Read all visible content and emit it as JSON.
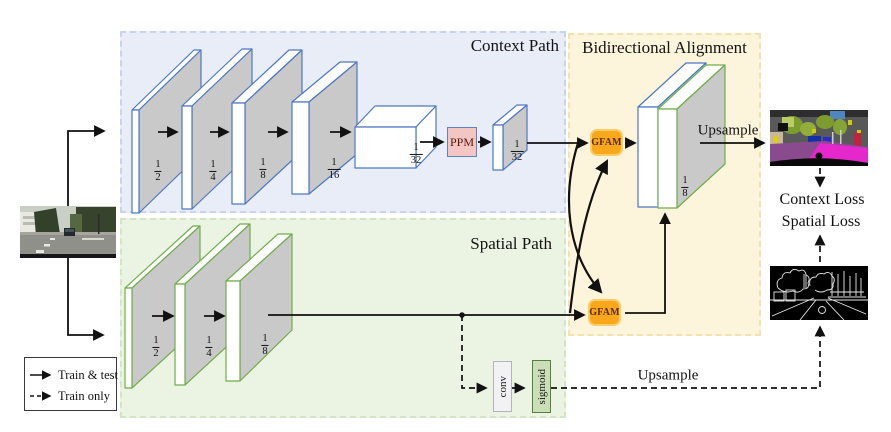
{
  "figure": {
    "type": "segmentation-network-architecture-diagram"
  },
  "regions": {
    "context": {
      "title": "Context Path"
    },
    "spatial": {
      "title": "Spatial Path"
    },
    "alignment": {
      "title": "Bidirectional Alignment"
    }
  },
  "scales": {
    "context": [
      {
        "n": "1",
        "d": "2"
      },
      {
        "n": "1",
        "d": "4"
      },
      {
        "n": "1",
        "d": "8"
      },
      {
        "n": "1",
        "d": "16"
      },
      {
        "n": "1",
        "d": "32"
      },
      {
        "n": "1",
        "d": "32"
      }
    ],
    "spatial": [
      {
        "n": "1",
        "d": "2"
      },
      {
        "n": "1",
        "d": "4"
      },
      {
        "n": "1",
        "d": "8"
      }
    ],
    "fused": {
      "n": "1",
      "d": "8"
    }
  },
  "modules": {
    "ppm": {
      "label": "PPM"
    },
    "gfam_context": {
      "label": "GFAM"
    },
    "gfam_spatial": {
      "label": "GFAM"
    },
    "conv": {
      "label": "conv"
    },
    "sigmoid": {
      "label": "sigmoid"
    }
  },
  "labels": {
    "upsample_context": "Upsample",
    "upsample_spatial": "Upsample",
    "context_loss": "Context Loss",
    "spatial_loss": "Spatial Loss"
  },
  "legend": {
    "train_test": "Train & test",
    "train_only": "Train only"
  },
  "images": {
    "input": "street-scene-photo",
    "segmentation": "segmentation-prediction",
    "boundary": "boundary-map"
  },
  "colors": {
    "context_region_bg": "#e9edf8",
    "spatial_region_bg": "#ebf3e2",
    "alignment_region_bg": "#fdf4dc",
    "context_outline": "#4d78c4",
    "spatial_outline": "#6fae4a",
    "block_face": "#c9c9c9",
    "gfam_fill": "#f9a81b",
    "ppm_fill": "#f3c6c3",
    "sigmoid_fill": "#cadfb8",
    "conv_fill": "#f2f2f4",
    "module_text": "#5e2b04"
  }
}
